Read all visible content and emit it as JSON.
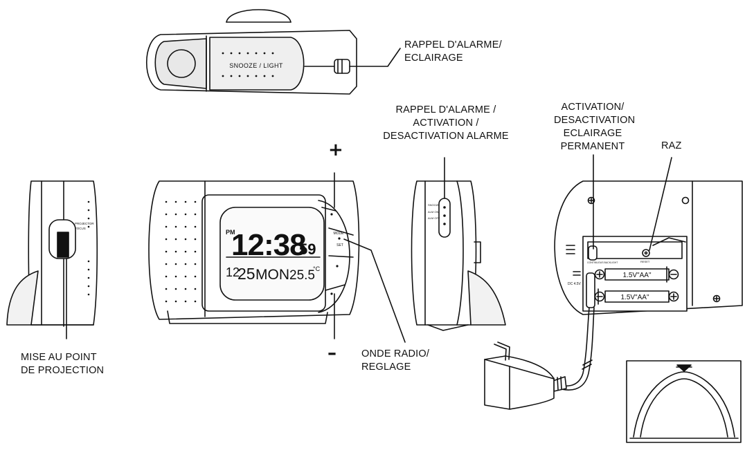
{
  "labels": {
    "snooze_light_callout": [
      "RAPPEL D'ALARME/",
      "ECLAIRAGE"
    ],
    "snooze_alarm_switch_callout": [
      "RAPPEL D'ALARME /",
      "ACTIVATION /",
      "DESACTIVATION ALARME"
    ],
    "backlight_switch_callout": [
      "ACTIVATION/",
      "DESACTIVATION",
      "ECLAIRAGE",
      "PERMANENT"
    ],
    "reset_callout": "RAZ",
    "projection_focus_callout": [
      "MISE AU POINT",
      "DE PROJECTION"
    ],
    "radio_set_callout": [
      "ONDE RADIO/",
      "REGLAGE"
    ],
    "plus_sign": "+",
    "minus_sign": "–"
  },
  "device_text": {
    "snooze_button": "SNOOZE / LIGHT",
    "display": {
      "pm": "PM",
      "time": "12:38",
      "seconds": "59",
      "date_month": "12",
      "date_day": "25",
      "weekday": "MON",
      "temperature": "25.5",
      "temp_unit": "°C"
    },
    "side_buttons": {
      "mode": "MODE",
      "set": "SET"
    },
    "projector_focus": [
      "PROJECTOR",
      "FOCUS"
    ],
    "switch_positions": [
      "SNOOZE",
      "ALM ON",
      "ALM OFF"
    ],
    "batteries": [
      "1.5V\"AA\"",
      "1.5V\"AA\""
    ],
    "dc_input": "DC 4.5V",
    "reset_button": "RESET",
    "backlight_switch": "CONTINUOUS BACKLIGHT"
  }
}
